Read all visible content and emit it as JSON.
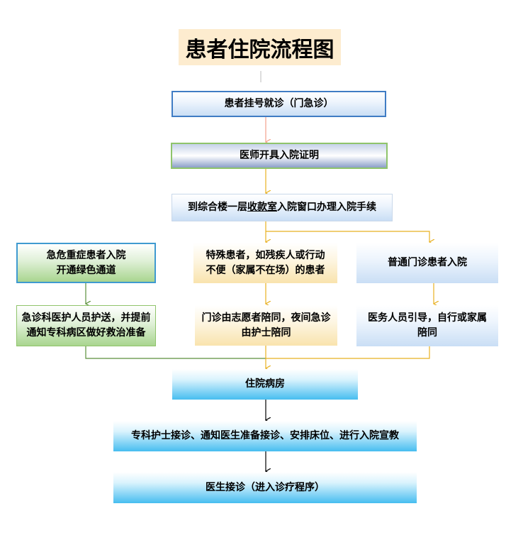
{
  "title": "患者住院流程图",
  "steps": {
    "register": "患者挂号就诊（门急诊）",
    "certificate": "医师开具入院证明",
    "admission_prefix": "到综合楼一层",
    "admission_underlined": "收款室",
    "admission_suffix": "入院窗口办理入院手续",
    "ward": "住院病房",
    "nurse": "专科护士接诊、通知医生准备接诊、安排床位、进行入院宣教",
    "doctor": "医生接诊（进入诊疗程序）"
  },
  "branches": {
    "emergency_title_1": "急危重症患者入院",
    "emergency_title_2": "开通绿色通道",
    "emergency_action_1": "急诊科医护人员护送，并提前",
    "emergency_action_2": "通知专科病区做好救治准备",
    "special_title_1": "特殊患者，如残疾人或行动",
    "special_title_2": "不便（家属不在场）的患者",
    "special_action_1": "门诊由志愿者陪同，夜间急诊",
    "special_action_2": "由护士陪同",
    "regular_title": "普通门诊患者入院",
    "regular_action_1": "医务人员引导，自行或家属",
    "regular_action_2": "陪同"
  },
  "colors": {
    "blue_border": "#3f7cc4",
    "green_border": "#8fc46b",
    "green_line": "#5a8f3a",
    "gold_line": "#e8b020",
    "pink_arrow": "#f4a08c",
    "black_arrow": "#000000"
  }
}
